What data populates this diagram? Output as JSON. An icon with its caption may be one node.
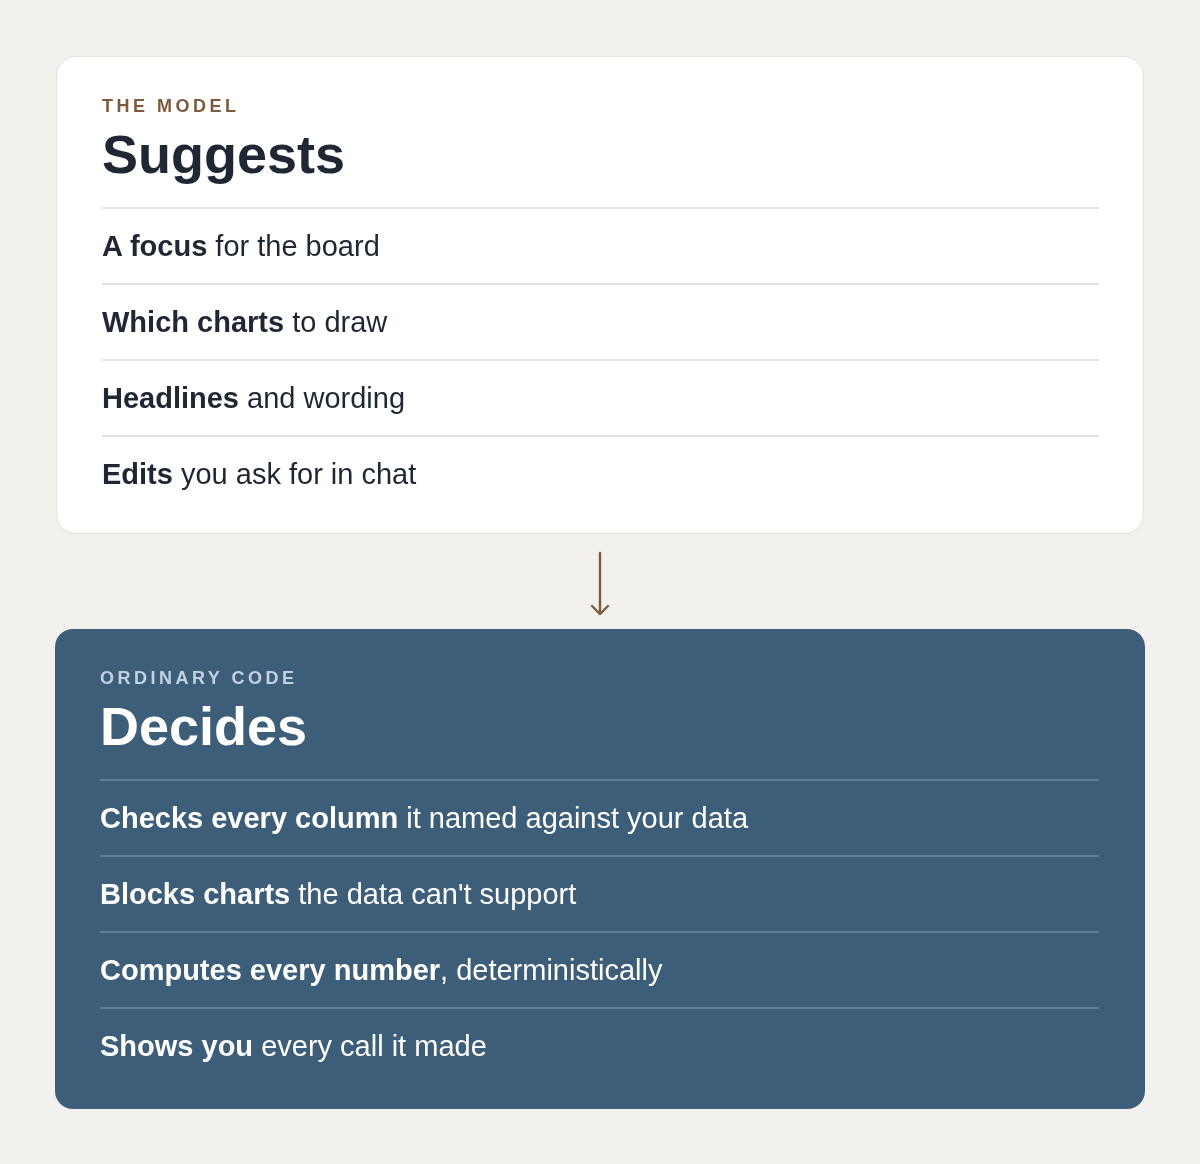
{
  "diagram": {
    "nodes": [
      {
        "text": [
          "THE MODEL",
          "Suggests",
          "**A focus** for the board",
          "**Which charts** to draw",
          "**Headlines** and wording",
          "**Edits** you ask for in chat"
        ]
      },
      {
        "text": [
          "ORDINARY CODE",
          "Decides",
          "**Checks every column** it named against your data",
          "**Blocks charts** the data can't support",
          "**Computes every number**, deterministically",
          "**Shows you** every call it made"
        ]
      }
    ],
    "edges": [
      {
        "from": 0,
        "to": 1,
        "arrow": "to"
      }
    ]
  }
}
